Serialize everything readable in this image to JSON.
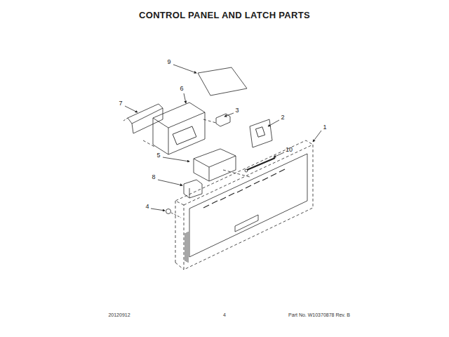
{
  "diagram": {
    "title": "CONTROL PANEL AND LATCH PARTS",
    "labels": [
      "9",
      "6",
      "7",
      "3",
      "2",
      "1",
      "10",
      "5",
      "8",
      "4",
      "20120912",
      "4",
      "Part No. W10370878 Rev. B"
    ]
  }
}
